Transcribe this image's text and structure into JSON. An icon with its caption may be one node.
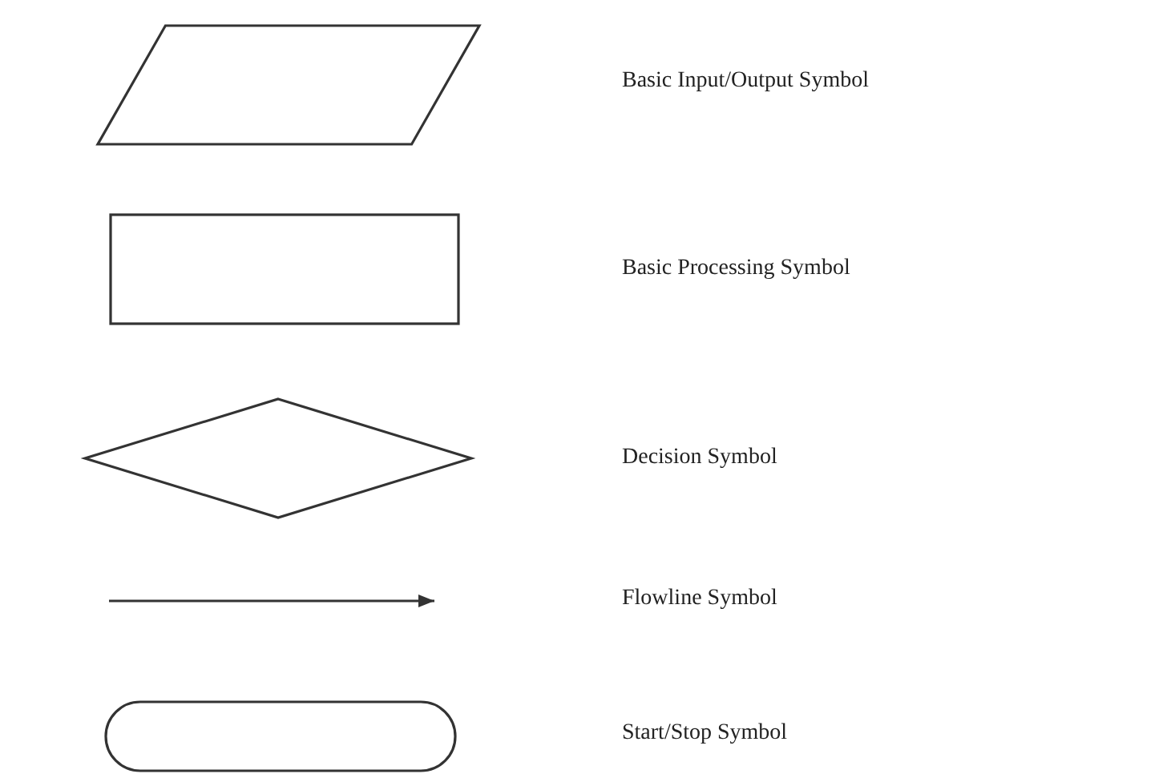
{
  "diagram": {
    "nodes": [
      {
        "text": [],
        "shape": "parallelogram"
      },
      {
        "text": [],
        "shape": "box"
      },
      {
        "text": [],
        "shape": "diamond"
      },
      {
        "text": [],
        "shape": "stadium"
      }
    ],
    "labels": [
      "Basic Input/Output Symbol",
      "Basic Processing Symbol",
      "Decision Symbol",
      "Flowline Symbol",
      "Start/Stop Symbol"
    ]
  }
}
